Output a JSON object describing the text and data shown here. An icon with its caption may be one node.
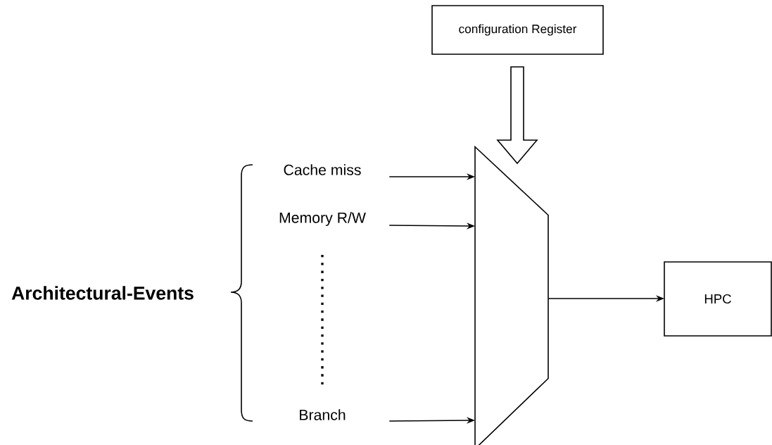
{
  "diagram": {
    "nodes": [
      {
        "text": [
          "configuration Register"
        ]
      },
      {
        "text": [
          "Cache miss"
        ]
      },
      {
        "text": [
          "Memory R/W"
        ]
      },
      {
        "text": [
          "Branch"
        ]
      },
      {
        "text": [],
        "shape": "trapezoid"
      },
      {
        "text": [
          "HPC"
        ]
      }
    ],
    "edges": [
      {
        "from": 0,
        "to": 4,
        "arrow": "to",
        "style": "thick"
      },
      {
        "from": 1,
        "to": 4,
        "arrow": "to"
      },
      {
        "from": 2,
        "to": 4,
        "arrow": "to"
      },
      {
        "from": 3,
        "to": 4,
        "arrow": "to"
      },
      {
        "from": 4,
        "to": 5,
        "arrow": "to"
      }
    ],
    "labels": [
      "Architectural-Events"
    ]
  }
}
